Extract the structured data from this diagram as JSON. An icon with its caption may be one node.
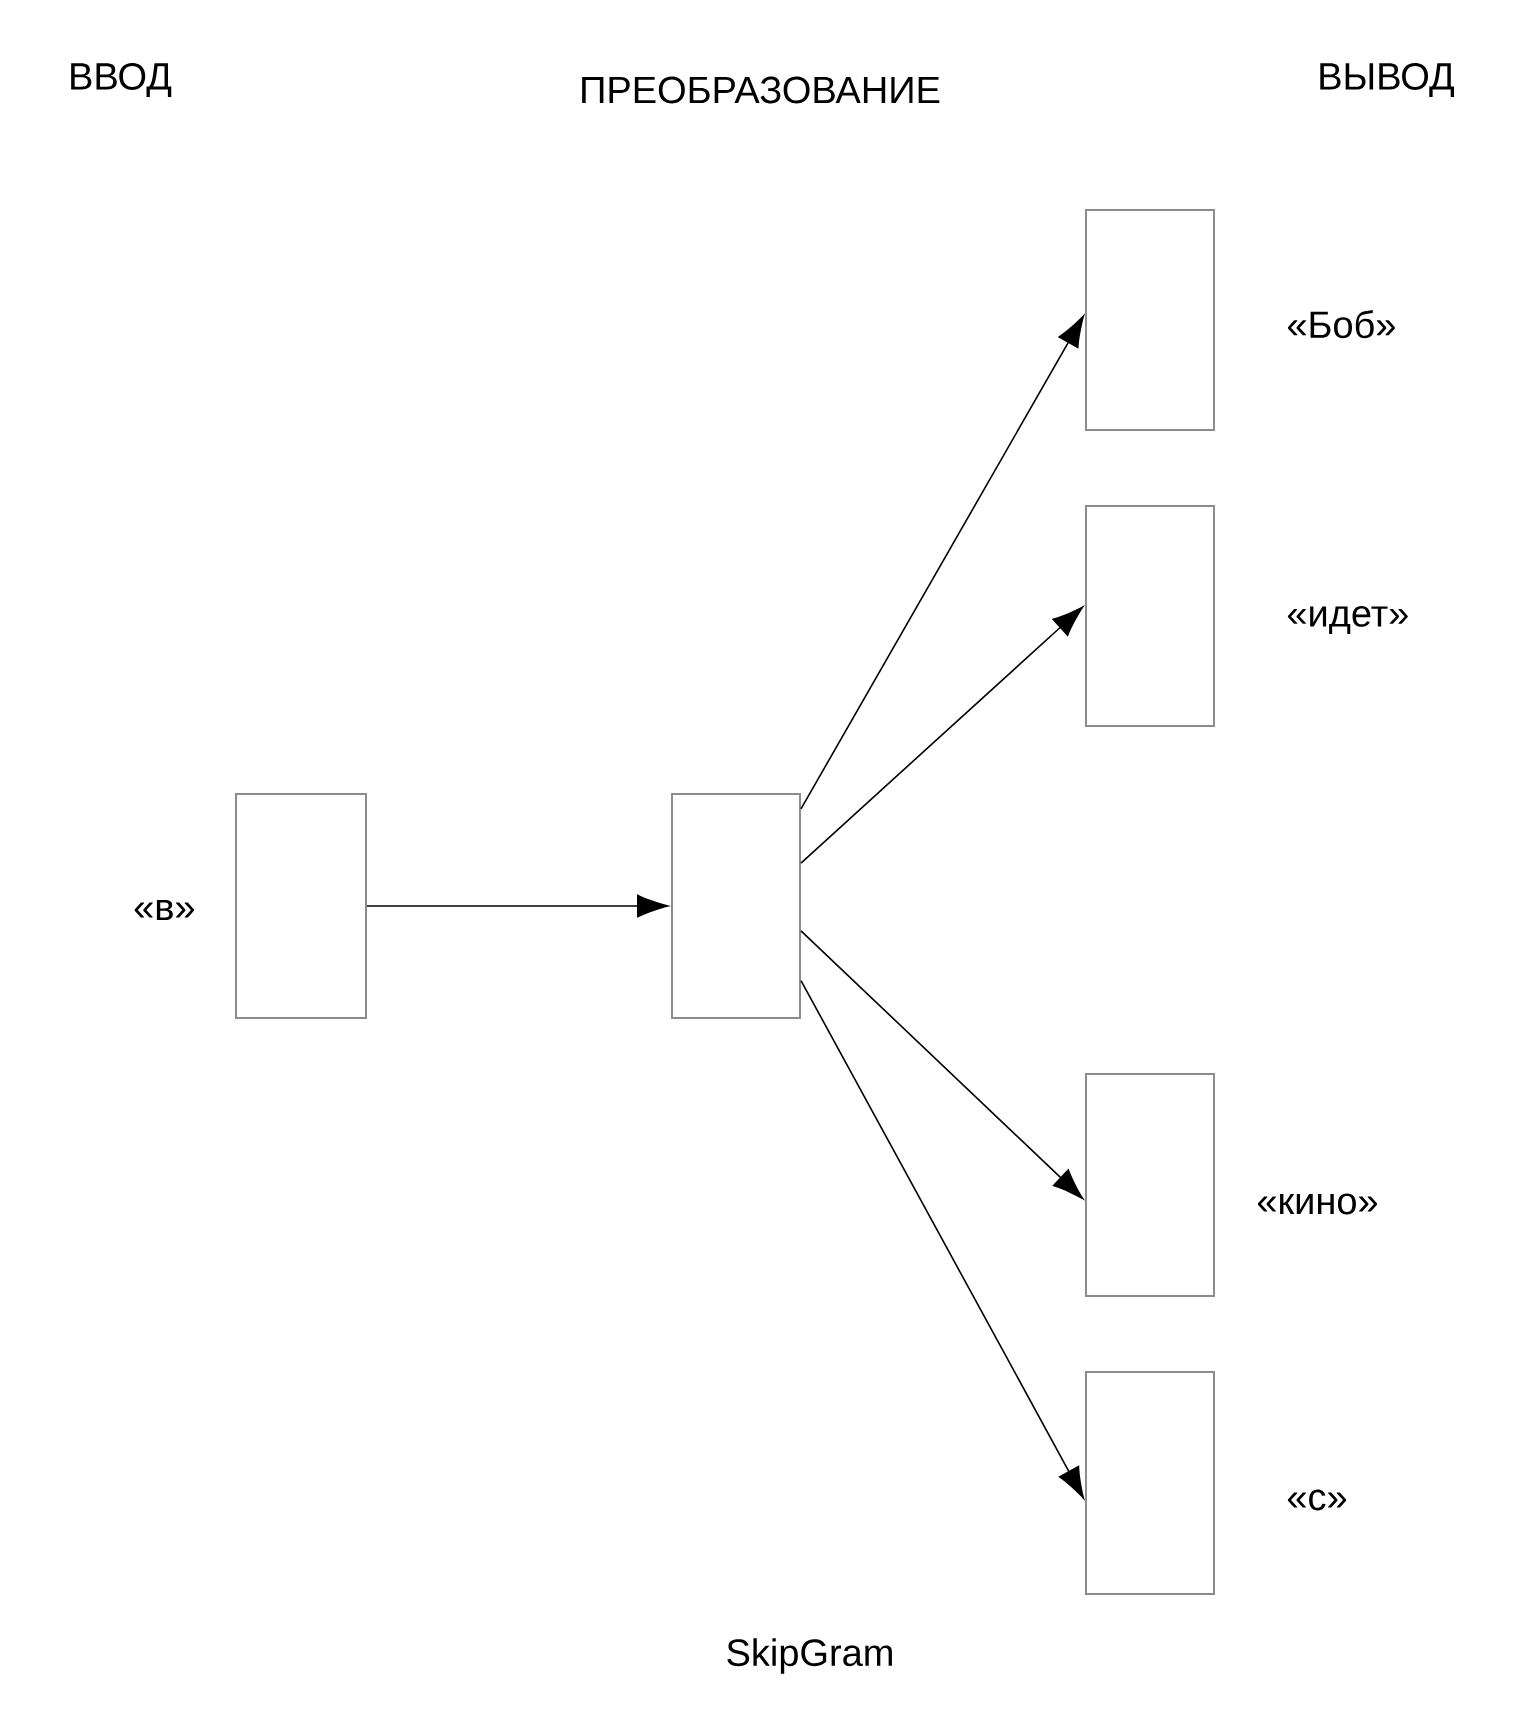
{
  "diagram": {
    "caption": "SkipGram",
    "nodes": [
      {
        "text": [],
        "shape": "box",
        "beside": [
          "«в»"
        ]
      },
      {
        "text": [],
        "shape": "box"
      },
      {
        "text": [],
        "shape": "box",
        "beside": [
          "«Боб»"
        ]
      },
      {
        "text": [],
        "shape": "box",
        "beside": [
          "«идет»"
        ]
      },
      {
        "text": [],
        "shape": "box",
        "beside": [
          "«кино»"
        ]
      },
      {
        "text": [],
        "shape": "box",
        "beside": [
          "«с»"
        ]
      }
    ],
    "edges": [
      {
        "from": 0,
        "to": 1,
        "arrow": "to"
      },
      {
        "from": 1,
        "to": 2,
        "arrow": "to"
      },
      {
        "from": 1,
        "to": 3,
        "arrow": "to"
      },
      {
        "from": 1,
        "to": 4,
        "arrow": "to"
      },
      {
        "from": 1,
        "to": 5,
        "arrow": "to"
      }
    ],
    "labels": [
      "ВВОД",
      "ПРЕОБРАЗОВАНИЕ",
      "ВЫВОД"
    ]
  }
}
